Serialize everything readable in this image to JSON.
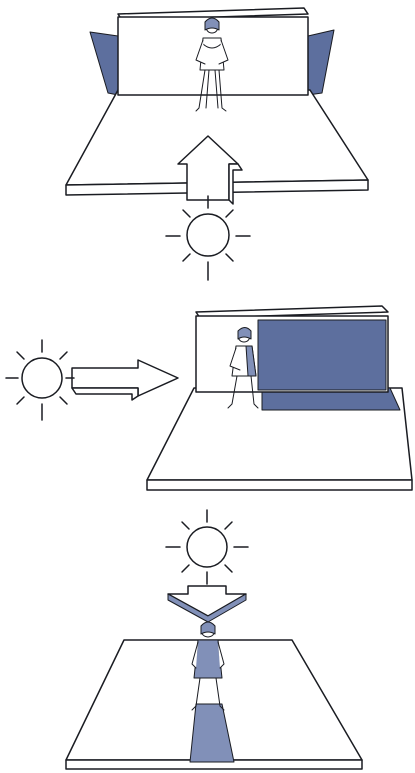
{
  "colors": {
    "ink": "#1a1c22",
    "shade": "#5d6f9e",
    "shade_light": "#8190b8",
    "paper": "#ffffff"
  },
  "panels": [
    {
      "id": "front-light",
      "light_direction": "from-front"
    },
    {
      "id": "side-light",
      "light_direction": "from-left-side"
    },
    {
      "id": "top-light",
      "light_direction": "from-above"
    }
  ]
}
